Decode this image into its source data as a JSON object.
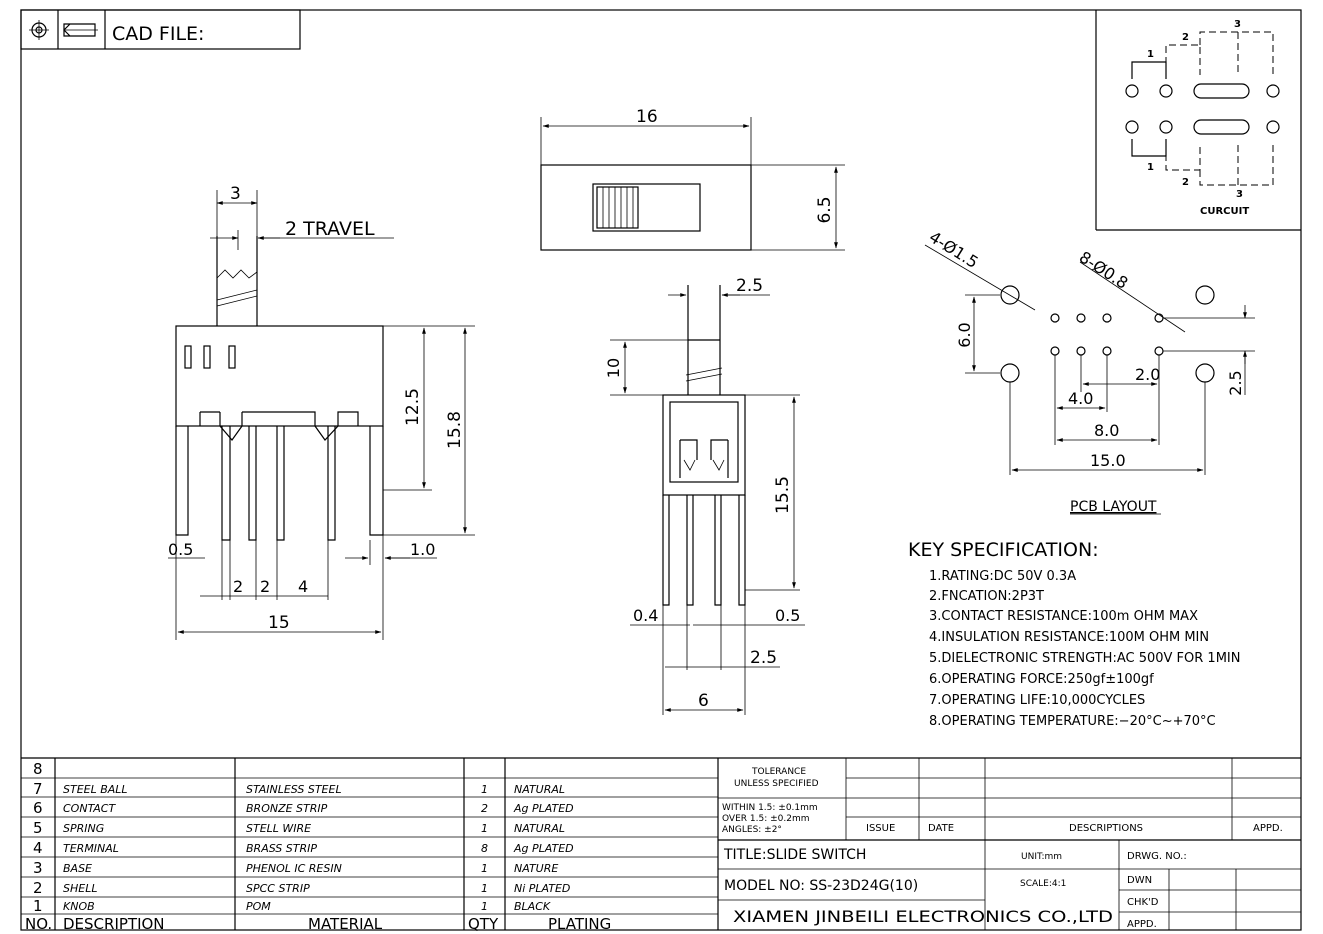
{
  "header": {
    "cad_label": "CAD FILE:"
  },
  "circuit": {
    "label": "CURCUIT",
    "pole_1": "1",
    "pole_2": "2",
    "pole_3": "3"
  },
  "side_view": {
    "dim_width": "3",
    "travel": "2 TRAVEL",
    "dim_12_5": "12.5",
    "dim_15_8": "15.8",
    "dim_0_5": "0.5",
    "dim_1_0": "1.0",
    "dim_2a": "2",
    "dim_2b": "2",
    "dim_4": "4",
    "dim_15": "15"
  },
  "top_view": {
    "dim_16": "16",
    "dim_6_5": "6.5"
  },
  "front_view": {
    "dim_2_5_top": "2.5",
    "dim_10": "10",
    "dim_15_5": "15.5",
    "dim_0_4": "0.4",
    "dim_0_5": "0.5",
    "dim_2_5_bottom": "2.5",
    "dim_6": "6"
  },
  "pcb": {
    "holes_big": "4-Ø1.5",
    "holes_small": "8-Ø0.8",
    "dim_6_0": "6.0",
    "dim_2_0": "2.0",
    "dim_2_5": "2.5",
    "dim_4_0": "4.0",
    "dim_8_0": "8.0",
    "dim_15_0": "15.0",
    "title": "PCB LAYOUT"
  },
  "spec": {
    "title": "KEY SPECIFICATION:",
    "items": [
      "1.RATING:DC 50V 0.3A",
      "2.FNCATION:2P3T",
      "3.CONTACT RESISTANCE:100m OHM MAX",
      "4.INSULATION RESISTANCE:100M OHM MIN",
      "5.DIELECTRONIC STRENGTH:AC 500V FOR 1MIN",
      "6.OPERATING FORCE:250gf±100gf",
      "7.OPERATING LIFE:10,000CYCLES",
      "8.OPERATING TEMPERATURE:−20°C~+70°C"
    ]
  },
  "bom": {
    "rows": [
      {
        "no": "8",
        "desc": "",
        "material": "",
        "qty": "",
        "plating": ""
      },
      {
        "no": "7",
        "desc": "STEEL BALL",
        "material": "STAINLESS STEEL",
        "qty": "1",
        "plating": "NATURAL"
      },
      {
        "no": "6",
        "desc": "CONTACT",
        "material": "BRONZE STRIP",
        "qty": "2",
        "plating": "Ag PLATED"
      },
      {
        "no": "5",
        "desc": "SPRING",
        "material": "STELL WIRE",
        "qty": "1",
        "plating": "NATURAL"
      },
      {
        "no": "4",
        "desc": "TERMINAL",
        "material": "BRASS STRIP",
        "qty": "8",
        "plating": "Ag PLATED"
      },
      {
        "no": "3",
        "desc": "BASE",
        "material": "PHENOL IC RESIN",
        "qty": "1",
        "plating": "NATURE"
      },
      {
        "no": "2",
        "desc": "SHELL",
        "material": "SPCC STRIP",
        "qty": "1",
        "plating": "Ni PLATED"
      },
      {
        "no": "1",
        "desc": "KNOB",
        "material": "POM",
        "qty": "1",
        "plating": "BLACK"
      }
    ],
    "head_no": "NO.",
    "head_desc": "DESCRIPTION",
    "head_material": "MATERIAL",
    "head_qty": "QTY",
    "head_plating": "PLATING"
  },
  "title_block": {
    "tol_1": "TOLERANCE",
    "tol_2": "UNLESS SPECIFIED",
    "tol_3": "WITHIN 1.5: ±0.1mm",
    "tol_4": "OVER 1.5:  ±0.2mm",
    "tol_5": "ANGLES: ±2°",
    "issue": "ISSUE",
    "date": "DATE",
    "descriptions": "DESCRIPTIONS",
    "appd": "APPD.",
    "title": "TITLE:SLIDE SWITCH",
    "unit": "UNIT:mm",
    "drwg_no": "DRWG. NO.:",
    "model": "MODEL NO: SS-23D24G(10)",
    "scale": "SCALE:4:1",
    "dwn": "DWN",
    "chkd": "CHK'D",
    "appd2": "APPD.",
    "company": "XIAMEN JINBEILI ELECTRONICS CO.,LTD"
  }
}
